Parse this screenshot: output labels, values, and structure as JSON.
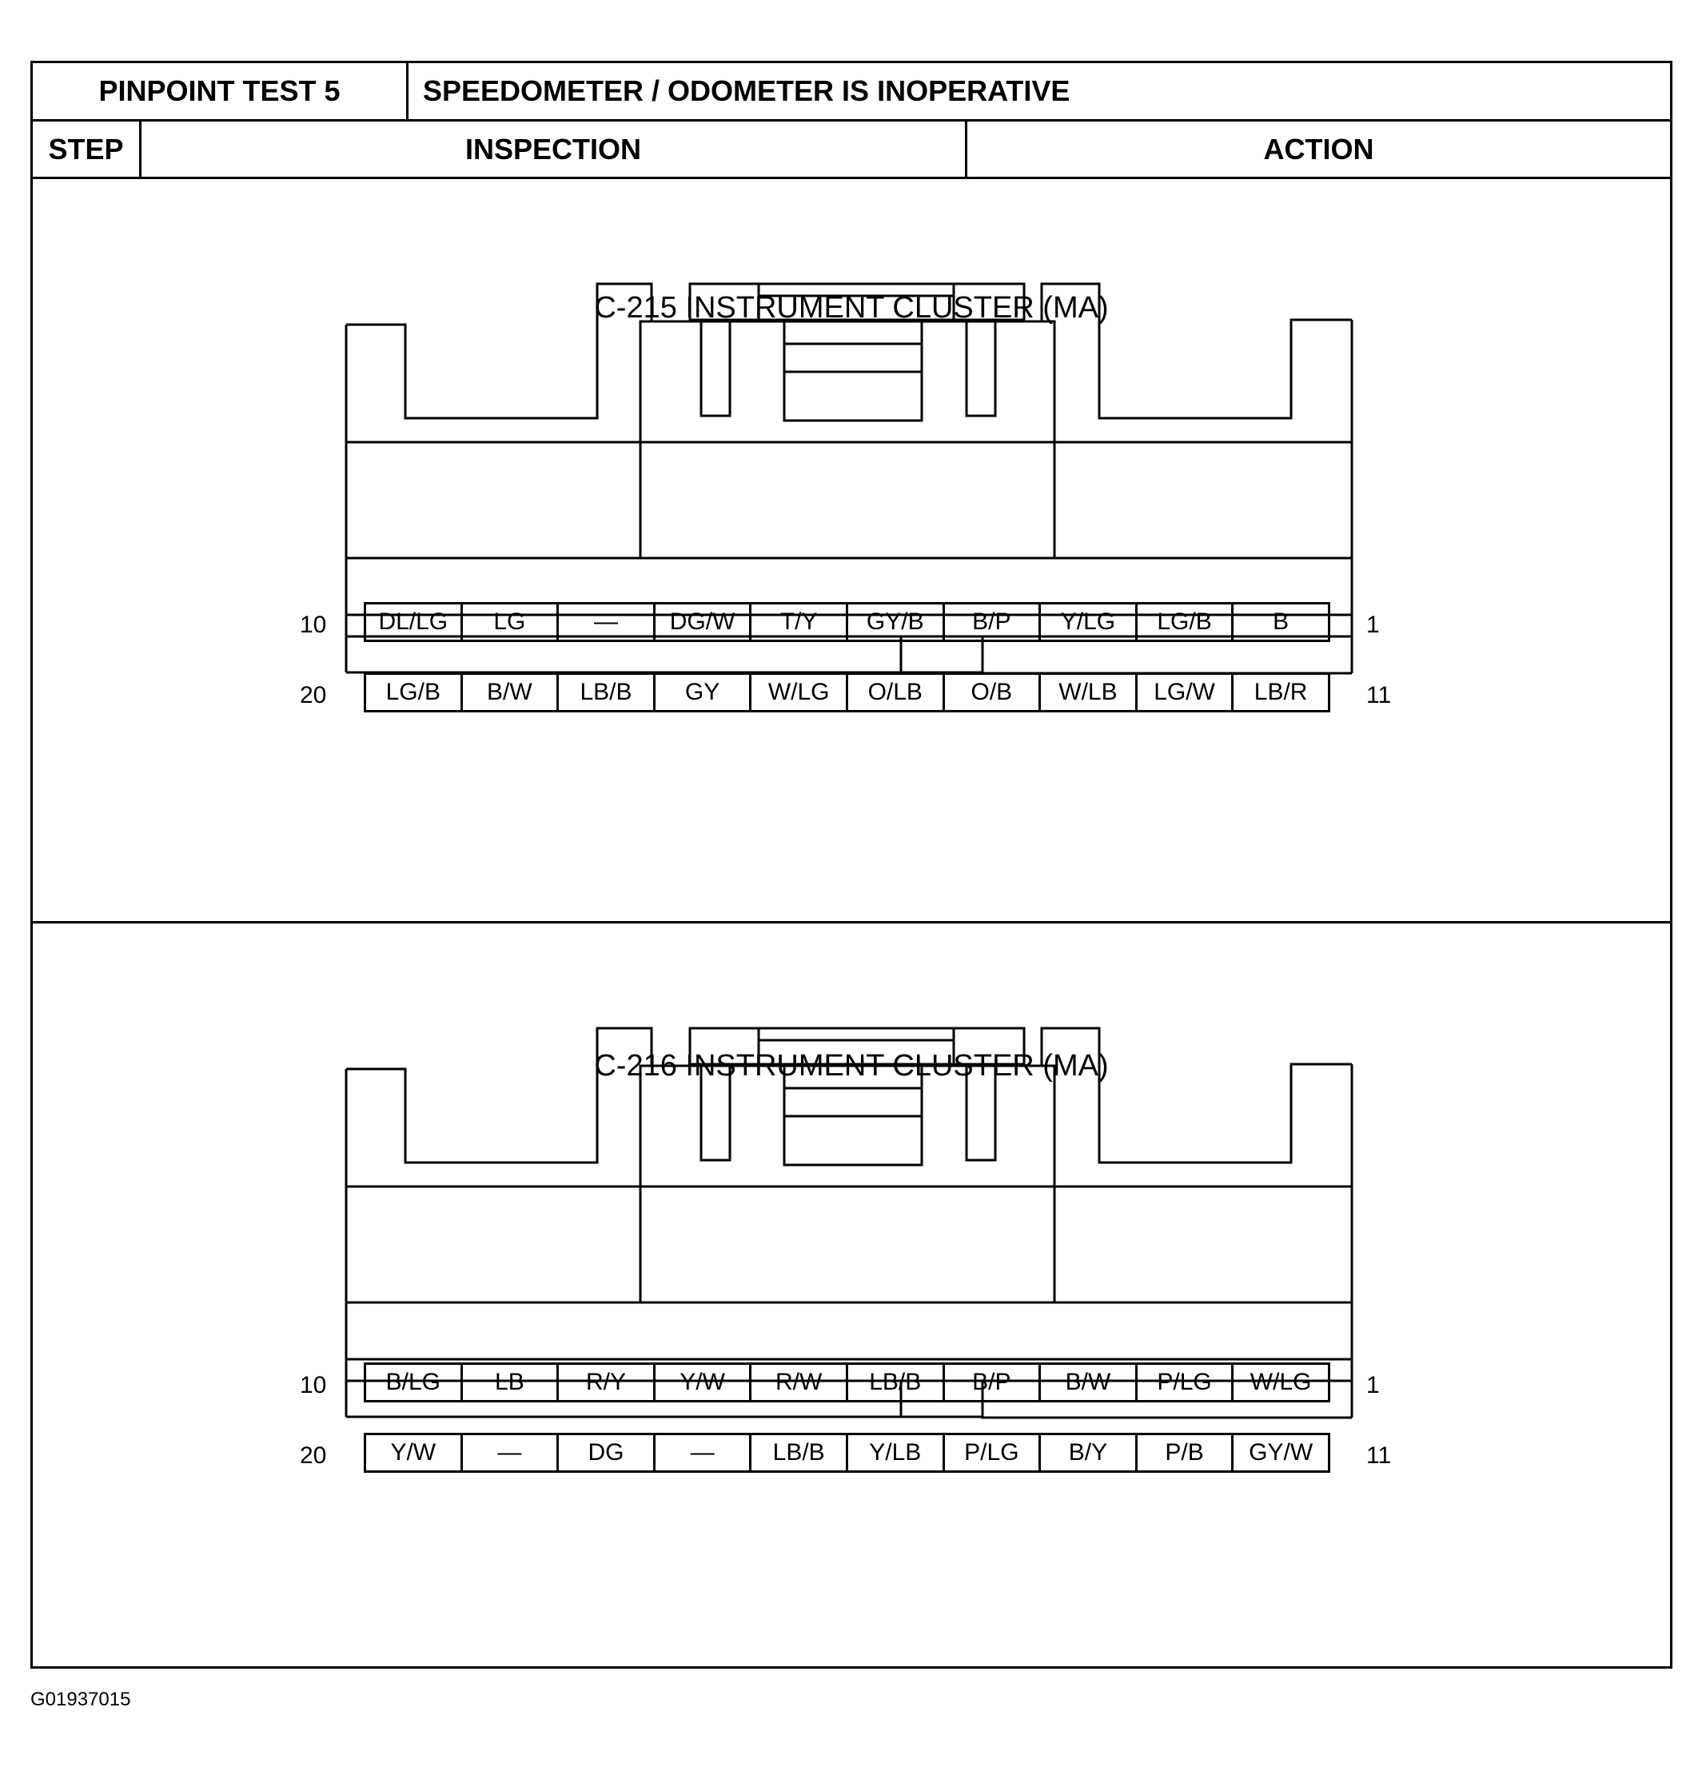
{
  "header": {
    "test_label": "PINPOINT TEST 5",
    "title": "SPEEDOMETER / ODOMETER IS INOPERATIVE",
    "col_step": "STEP",
    "col_inspection": "INSPECTION",
    "col_action": "ACTION"
  },
  "connectors": [
    {
      "title": "C-215 INSTRUMENT CLUSTER (MA)",
      "row1": {
        "left_num": "10",
        "right_num": "1",
        "pins": [
          "DL/LG",
          "LG",
          "—",
          "DG/W",
          "T/Y",
          "GY/B",
          "B/P",
          "Y/LG",
          "LG/B",
          "B"
        ]
      },
      "row2": {
        "left_num": "20",
        "right_num": "11",
        "pins": [
          "LG/B",
          "B/W",
          "LB/B",
          "GY",
          "W/LG",
          "O/LB",
          "O/B",
          "W/LB",
          "LG/W",
          "LB/R"
        ]
      }
    },
    {
      "title": "C-216 INSTRUMENT CLUSTER (MA)",
      "row1": {
        "left_num": "10",
        "right_num": "1",
        "pins": [
          "B/LG",
          "LB",
          "R/Y",
          "Y/W",
          "R/W",
          "LB/B",
          "B/P",
          "B/W",
          "P/LG",
          "W/LG"
        ]
      },
      "row2": {
        "left_num": "20",
        "right_num": "11",
        "pins": [
          "Y/W",
          "—",
          "DG",
          "—",
          "LB/B",
          "Y/LB",
          "P/LG",
          "B/Y",
          "P/B",
          "GY/W"
        ]
      }
    }
  ],
  "figure_id": "G01937015"
}
